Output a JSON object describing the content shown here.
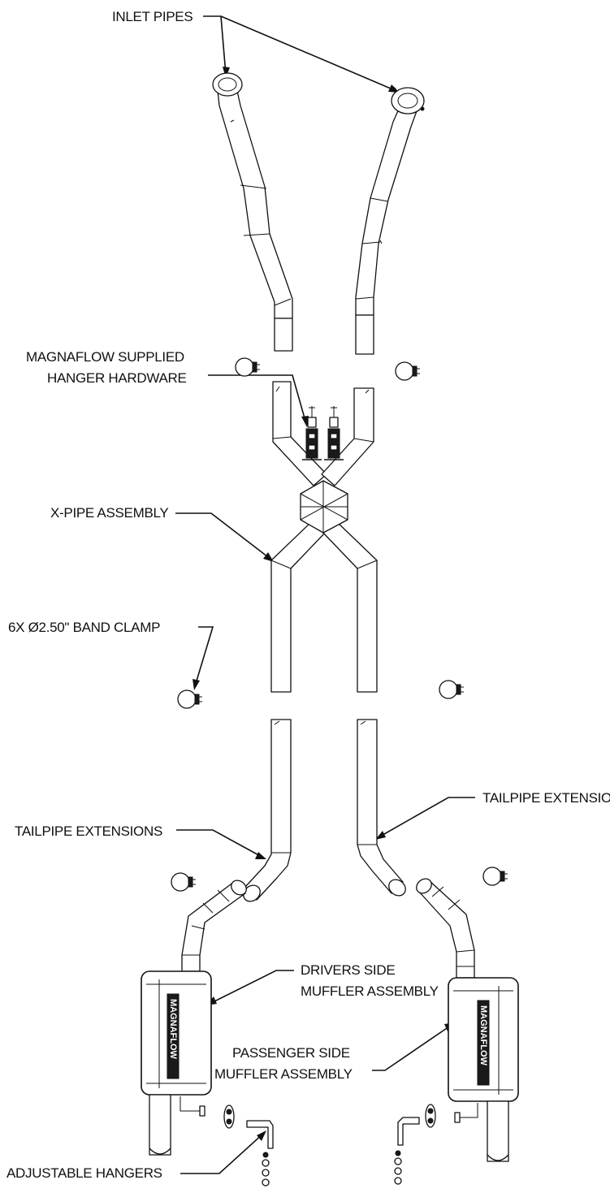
{
  "labels": {
    "inlet_pipes": "INLET PIPES",
    "hanger_hardware_line1": "MAGNAFLOW SUPPLIED",
    "hanger_hardware_line2": "HANGER HARDWARE",
    "x_pipe": "X-PIPE  ASSEMBLY",
    "band_clamp": "6X Ø2.50\" BAND CLAMP",
    "tailpipe_left": "TAILPIPE EXTENSIONS",
    "tailpipe_right": "TAILPIPE EXTENSIONS",
    "drivers_muffler_line1": "DRIVERS SIDE",
    "drivers_muffler_line2": "MUFFLER ASSEMBLY",
    "passenger_muffler_line1": "PASSENGER SIDE",
    "passenger_muffler_line2": "MUFFLER ASSEMBLY",
    "adjustable_hangers": "ADJUSTABLE HANGERS"
  },
  "logo_text": "MAGNAFLOW",
  "colors": {
    "line": "#111111",
    "background": "#ffffff"
  }
}
